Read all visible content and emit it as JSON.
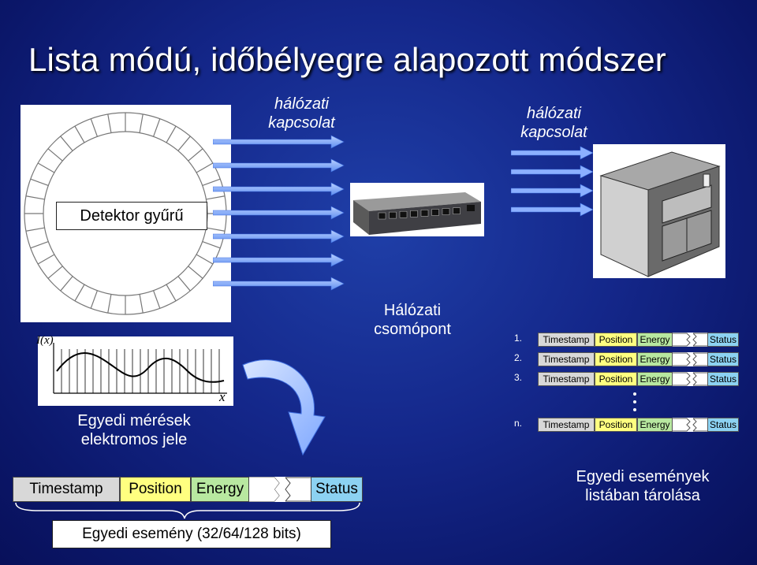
{
  "slide_title": "Lista módú, időbélyegre alapozott módszer",
  "network_link_label_1": "hálózati kapcsolat",
  "network_link_label_2": "hálózati kapcsolat",
  "detector_label": "Detektor gyűrű",
  "node_label": "Hálózati csomópont",
  "signal_label": "Egyedi mérések elektromos jele",
  "signal_axis_y": "I(x)",
  "signal_axis_x": "x",
  "record_fields": {
    "timestamp": "Timestamp",
    "position": "Position",
    "energy": "Energy",
    "status": "Status"
  },
  "event_size_label": "Egyedi esemény (32/64/128 bits)",
  "list_rows": [
    {
      "num": "1."
    },
    {
      "num": "2."
    },
    {
      "num": "3."
    },
    {
      "num": "n."
    }
  ],
  "list_caption": "Egyedi események listában tárolása",
  "colors": {
    "background": "#14278a",
    "timestamp_fill": "#d8d8d8",
    "position_fill": "#ffff80",
    "energy_fill": "#b8e8a0",
    "status_fill": "#8cd2f2",
    "arrow_fill": "#7fa8ff"
  }
}
